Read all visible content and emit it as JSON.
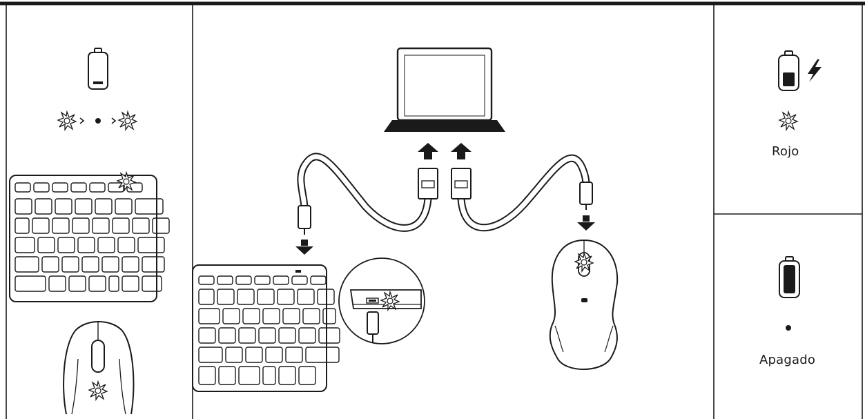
{
  "panels": {
    "charging": {
      "label": "Rojo",
      "led_color": "red",
      "icons": [
        "battery-low-icon",
        "lightning-icon",
        "led-glow-icon"
      ]
    },
    "charged": {
      "label": "Apagado",
      "led_color": "off",
      "icons": [
        "battery-full-icon",
        "led-off-dot-icon"
      ]
    }
  },
  "left_panel": {
    "icons": [
      "battery-low-icon",
      "led-blink-sequence-icon",
      "keyboard-icon",
      "mouse-icon"
    ]
  },
  "center_panel": {
    "icons": [
      "laptop-icon",
      "upload-arrow-icon",
      "usb-cable-icon",
      "keyboard-icon",
      "mouse-icon",
      "zoom-inset-icon"
    ]
  },
  "colors": {
    "ink": "#1a1a1a",
    "background": "#ffffff"
  }
}
